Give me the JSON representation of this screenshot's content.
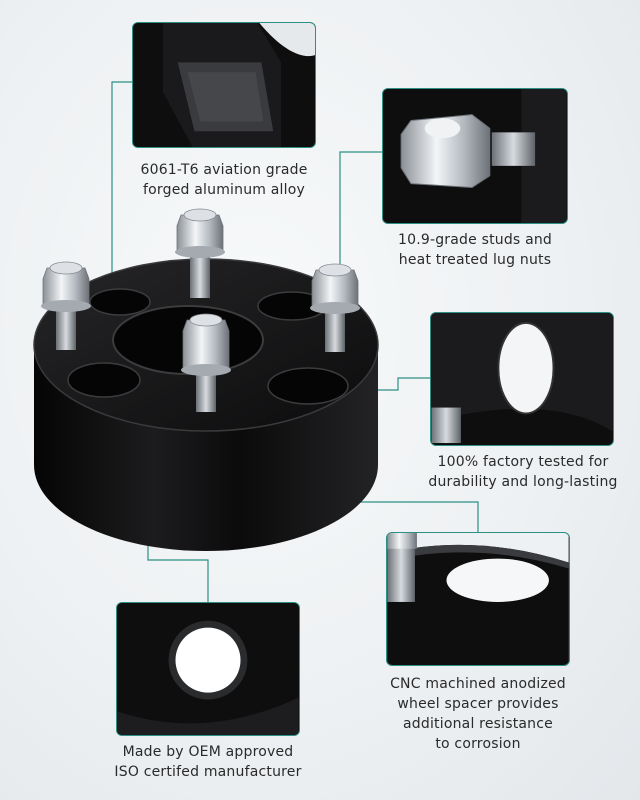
{
  "features": [
    {
      "id": "material",
      "lines": [
        "6061-T6 aviation grade",
        "forged aluminum alloy"
      ]
    },
    {
      "id": "studs",
      "lines": [
        "10.9-grade studs and",
        "heat treated lug nuts"
      ]
    },
    {
      "id": "tested",
      "lines": [
        "100% factory tested for",
        "durability and long-lasting"
      ]
    },
    {
      "id": "cnc",
      "lines": [
        "CNC machined anodized",
        "wheel spacer provides",
        "additional resistance",
        "to corrosion"
      ]
    },
    {
      "id": "oem",
      "lines": [
        "Made by OEM approved",
        "ISO certifed manufacturer"
      ]
    }
  ],
  "colors": {
    "accent": "#2e8f85",
    "product": "#0e0e0f",
    "background": "#eef1f3",
    "caption_text": "#2a2a2a"
  }
}
